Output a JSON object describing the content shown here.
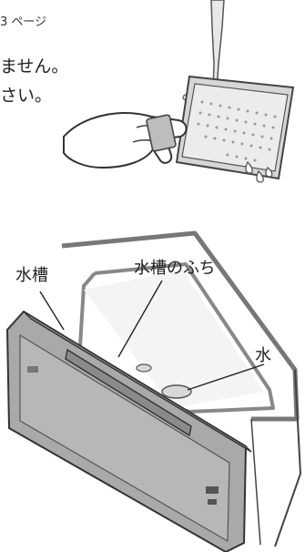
{
  "document": {
    "page_reference": "3 ページ",
    "text_lines": [
      "ません。",
      "さい。"
    ]
  },
  "figure": {
    "callouts": {
      "tank": "水槽",
      "tank_rim": "水槽のふち",
      "water": "水"
    }
  }
}
